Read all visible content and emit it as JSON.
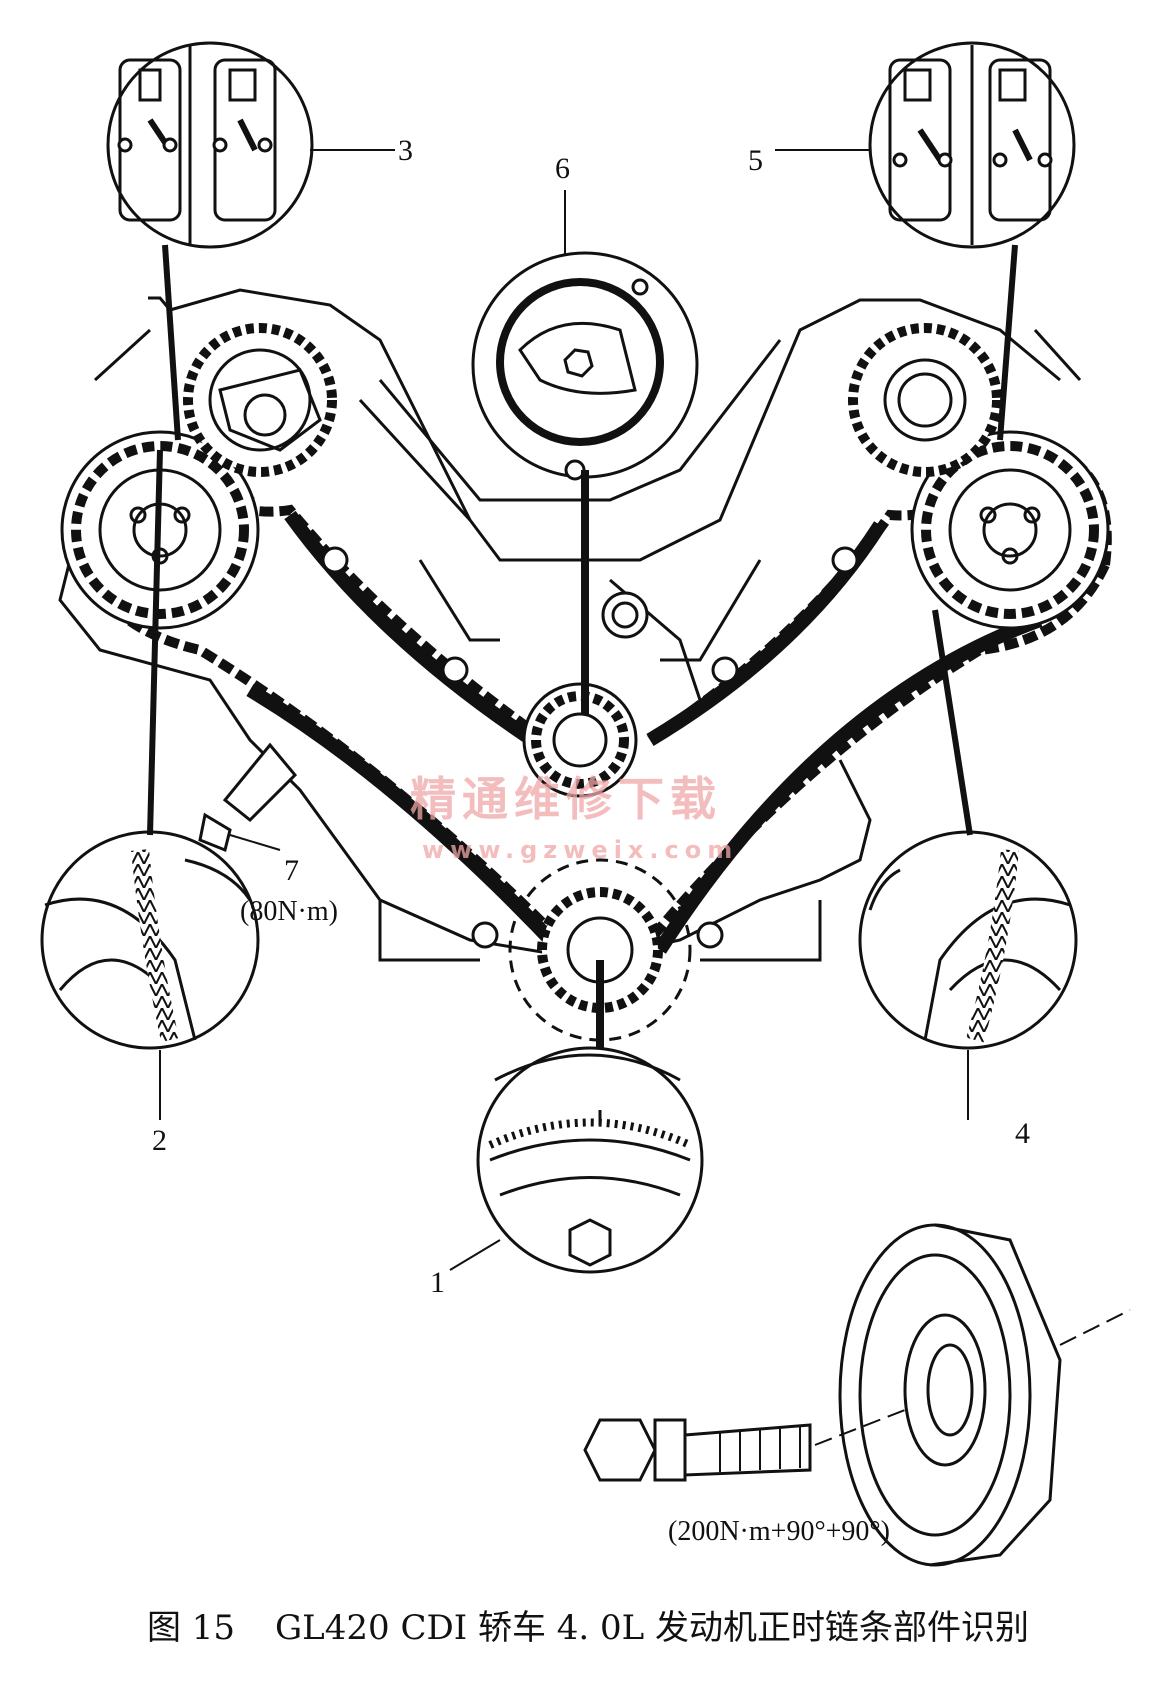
{
  "callouts": {
    "c1": "1",
    "c2": "2",
    "c3": "3",
    "c4": "4",
    "c5": "5",
    "c6": "6",
    "c7": "7"
  },
  "torque": {
    "sensor": "(80N·m)",
    "crank_bolt": "(200N·m+90°+90°)"
  },
  "watermark": {
    "cn": "精通维修下载",
    "url": "www.gzweix.com"
  },
  "caption": {
    "figure_number": "图 15",
    "text": "GL420 CDI 轿车 4. 0L 发动机正时链条部件识别"
  }
}
